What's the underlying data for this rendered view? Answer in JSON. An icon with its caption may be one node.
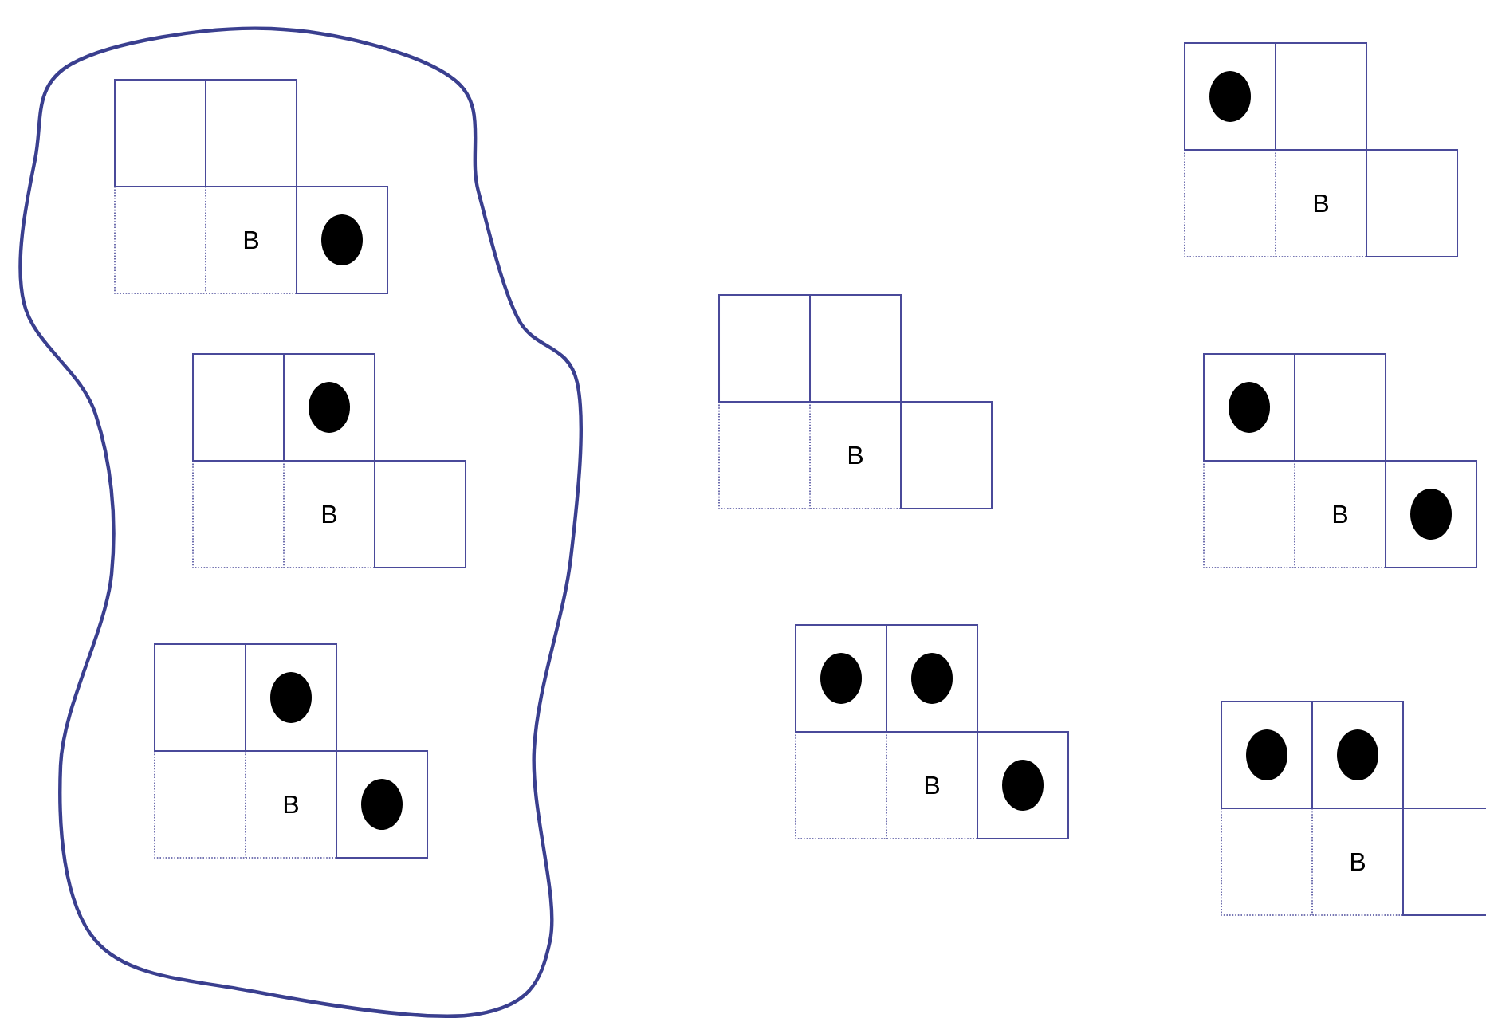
{
  "diagram": {
    "nodes": [
      {
        "text": [],
        "shape": "cloud"
      },
      {
        "text": [
          "B"
        ],
        "in": 0
      },
      {
        "text": [
          "B"
        ],
        "in": 0
      },
      {
        "text": [
          "B"
        ],
        "in": 0
      },
      {
        "text": [
          "B"
        ]
      },
      {
        "text": [
          "B"
        ]
      },
      {
        "text": [
          "B"
        ]
      },
      {
        "text": [
          "B"
        ]
      },
      {
        "text": [
          "B"
        ]
      }
    ]
  }
}
